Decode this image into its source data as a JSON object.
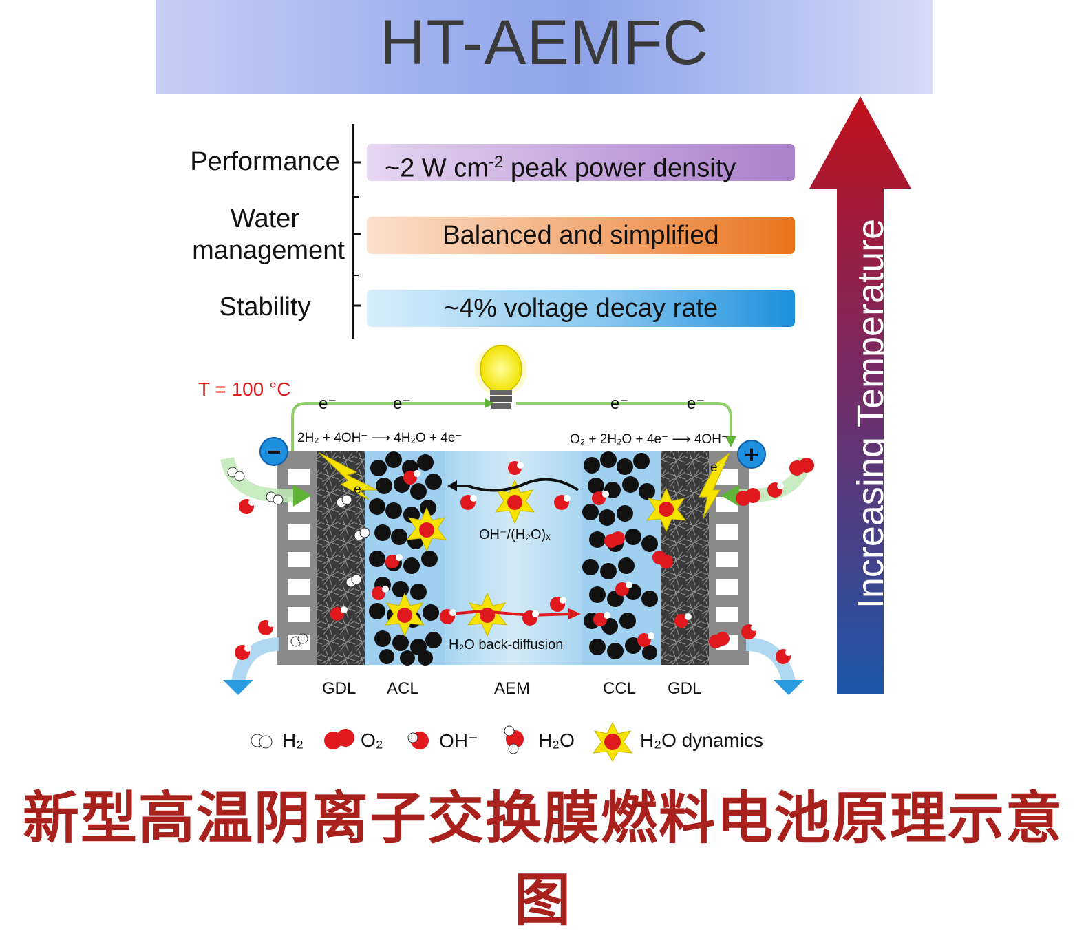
{
  "header": {
    "title": "HT-AEMFC"
  },
  "metrics": [
    {
      "label": "Performance",
      "text": "~2 W cm",
      "sup": "-2",
      "text_after": " peak power density",
      "color": "#a981c8"
    },
    {
      "label_line1": "Water",
      "label_line2": "management",
      "text": "Balanced and simplified",
      "color": "#e8741d"
    },
    {
      "label": "Stability",
      "text": "~4% voltage decay rate",
      "color": "#1c8fde"
    }
  ],
  "arrow": {
    "label": "Increasing Temperature",
    "top_color": "#c0101a",
    "bottom_color": "#1c56a8"
  },
  "cell": {
    "temperature": "T = 100 °C",
    "electron": "e⁻",
    "anode_reaction": "2H₂ + 4OH⁻ ⟶ 4H₂O + 4e⁻",
    "cathode_reaction": "O₂ + 2H₂O + 4e⁻ ⟶ 4OH⁻",
    "minus": "−",
    "plus": "+",
    "ion_transport": "OH⁻/(H₂O)ₓ",
    "back_diffusion": "H₂O back-diffusion",
    "layers": [
      "GDL",
      "ACL",
      "AEM",
      "CCL",
      "GDL"
    ]
  },
  "legend": [
    {
      "label": "H₂"
    },
    {
      "label": "O₂"
    },
    {
      "label": "OH⁻"
    },
    {
      "label": "H₂O"
    },
    {
      "label": "H₂O dynamics"
    }
  ],
  "caption": "新型高温阴离子交换膜燃料电池原理示意图"
}
